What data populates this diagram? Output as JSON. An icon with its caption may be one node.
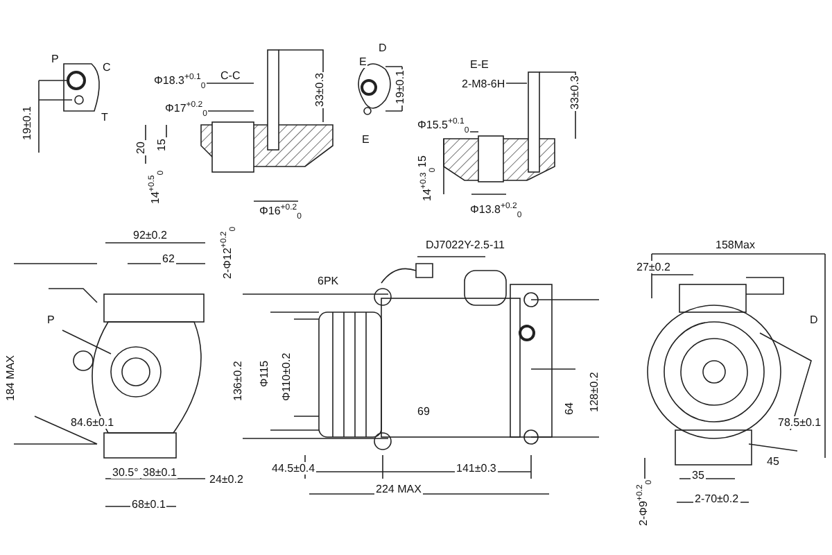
{
  "diagram": {
    "labels": [
      "P",
      "C",
      "T",
      "19±0.1",
      "C-C",
      "Φ18.3$^{+0.1}$$_{0}$",
      "Φ17$^{+0.2}$$_{0}$",
      "33±0.3",
      "20",
      "15",
      "14$^{+0.5}$$_{0}$",
      "Φ16$^{+0.2}$$_{0}$",
      "D",
      "E",
      "E",
      "19±0.1",
      "E-E",
      "2-M8-6H",
      "Φ15.5$^{+0.1}$$_{0}$",
      "33±0.3",
      "15",
      "14$^{+0.3}$$_{0}$",
      "Φ13.8$^{+0.2}$$_{0}$",
      "92±0.2",
      "62",
      "2-Φ12$^{+0.2}$$_{0}$",
      "P",
      "184 MAX",
      "84.6±0.1",
      "30.5°",
      "38±0.1",
      "24±0.2",
      "68±0.1",
      "DJ7022Y-2.5-11",
      "6PK",
      "136±0.2",
      "Φ115",
      "Φ110±0.2",
      "69",
      "128±0.2",
      "64",
      "44.5±0.4",
      "141±0.3",
      "224 MAX",
      "158Max",
      "27±0.2",
      "D",
      "78.5±0.1",
      "45",
      "35",
      "2-70±0.2",
      "2-Φ9$^{+0.2}$$_{0}$"
    ]
  }
}
